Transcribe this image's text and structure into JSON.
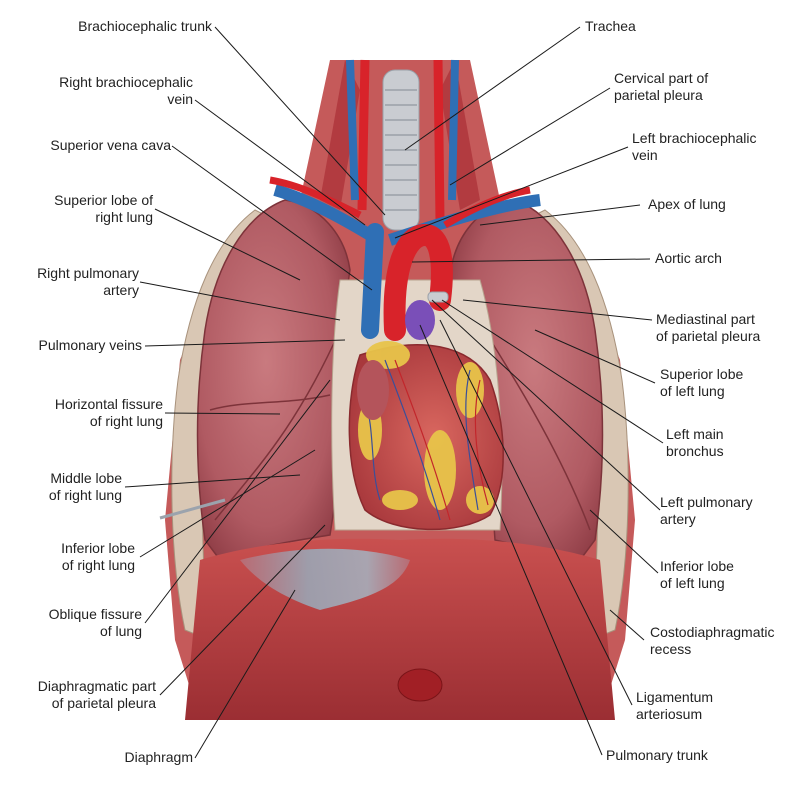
{
  "colors": {
    "background": "#ffffff",
    "label_text": "#222222",
    "leader_line": "#1a1a1a",
    "lung": "#b8636a",
    "lung_dark": "#8e3c45",
    "muscle": "#c0474a",
    "muscle_dark": "#8f2a2e",
    "artery": "#d8232a",
    "vein": "#2f6fb5",
    "pulmonary_trunk": "#7a4fb8",
    "heart_fat": "#e8c44a",
    "heart": "#c9524f",
    "pleura": "#d9c7b4",
    "diaphragm_tendon": "#9aa6b5",
    "trachea": "#c9ccd1"
  },
  "labels_left": [
    {
      "id": "brachiocephalic-trunk",
      "lines": [
        "Brachiocephalic trunk"
      ]
    },
    {
      "id": "right-brachiocephalic-vein",
      "lines": [
        "Right brachiocephalic",
        "vein"
      ]
    },
    {
      "id": "superior-vena-cava",
      "lines": [
        "Superior vena cava"
      ]
    },
    {
      "id": "superior-lobe-right-lung",
      "lines": [
        "Superior lobe of",
        "right lung"
      ]
    },
    {
      "id": "right-pulmonary-artery",
      "lines": [
        "Right pulmonary",
        "artery"
      ]
    },
    {
      "id": "pulmonary-veins",
      "lines": [
        "Pulmonary veins"
      ]
    },
    {
      "id": "horizontal-fissure-right-lung",
      "lines": [
        "Horizontal fissure",
        "of right lung"
      ]
    },
    {
      "id": "middle-lobe-right-lung",
      "lines": [
        "Middle lobe",
        "of right lung"
      ]
    },
    {
      "id": "inferior-lobe-right-lung",
      "lines": [
        "Inferior lobe",
        "of right lung"
      ]
    },
    {
      "id": "oblique-fissure-lung",
      "lines": [
        "Oblique fissure",
        "of lung"
      ]
    },
    {
      "id": "diaphragmatic-part-parietal-pleura",
      "lines": [
        "Diaphragmatic part",
        "of parietal pleura"
      ]
    },
    {
      "id": "diaphragm",
      "lines": [
        "Diaphragm"
      ]
    }
  ],
  "labels_right": [
    {
      "id": "trachea",
      "lines": [
        "Trachea"
      ]
    },
    {
      "id": "cervical-part-parietal-pleura",
      "lines": [
        "Cervical part of",
        "parietal pleura"
      ]
    },
    {
      "id": "left-brachiocephalic-vein",
      "lines": [
        "Left brachiocephalic",
        "vein"
      ]
    },
    {
      "id": "apex-of-lung",
      "lines": [
        "Apex of lung"
      ]
    },
    {
      "id": "aortic-arch",
      "lines": [
        "Aortic arch"
      ]
    },
    {
      "id": "mediastinal-part-parietal-pleura",
      "lines": [
        "Mediastinal part",
        "of parietal pleura"
      ]
    },
    {
      "id": "superior-lobe-left-lung",
      "lines": [
        "Superior lobe",
        "of left lung"
      ]
    },
    {
      "id": "left-main-bronchus",
      "lines": [
        "Left main",
        "bronchus"
      ]
    },
    {
      "id": "left-pulmonary-artery",
      "lines": [
        "Left pulmonary",
        "artery"
      ]
    },
    {
      "id": "inferior-lobe-left-lung",
      "lines": [
        "Inferior lobe",
        "of left lung"
      ]
    },
    {
      "id": "costodiaphragmatic-recess",
      "lines": [
        "Costodiaphragmatic",
        "recess"
      ]
    },
    {
      "id": "ligamentum-arteriosum",
      "lines": [
        "Ligamentum",
        "arteriosum"
      ]
    },
    {
      "id": "pulmonary-trunk",
      "lines": [
        "Pulmonary trunk"
      ]
    }
  ]
}
